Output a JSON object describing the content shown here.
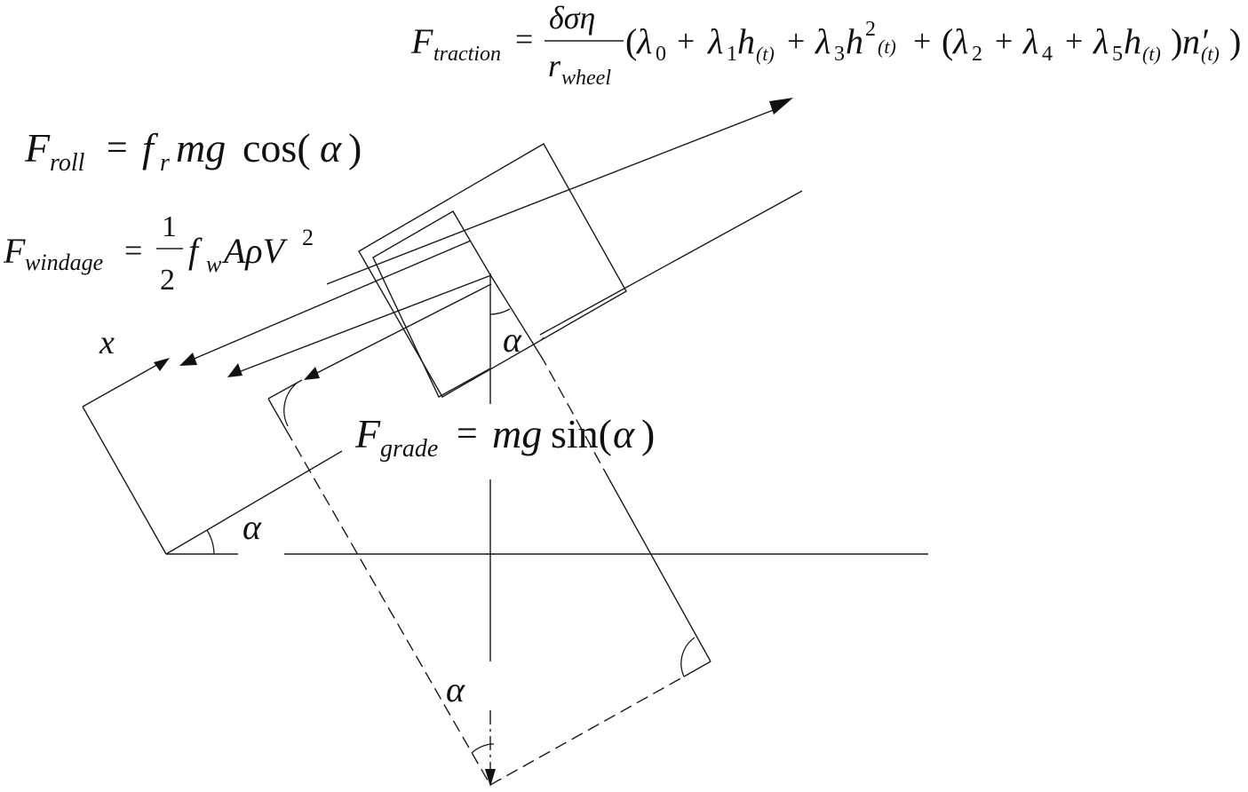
{
  "equations": {
    "traction": {
      "lhs_symbol": "F",
      "lhs_subscript": "traction",
      "equals": "=",
      "numerator": "δση",
      "denominator_symbol": "r",
      "denominator_subscript": "wheel",
      "body": {
        "open": "(",
        "l0": "λ",
        "l0_sub": "0",
        "plus1": "+",
        "l1": "λ",
        "l1_sub": "1",
        "h1": "h",
        "h1_sub": "(t)",
        "plus2": "+",
        "l3": "λ",
        "l3_sub": "3",
        "h3": "h",
        "h3_sup": "2",
        "h3_sub": "(t)",
        "plus3": "+",
        "open2": "(",
        "l2": "λ",
        "l2_sub": "2",
        "plus4": "+",
        "l4": "λ",
        "l4_sub": "4",
        "plus5": "+",
        "l5": "λ",
        "l5_sub": "5",
        "h5": "h",
        "h5_sub": "(t)",
        "close2": ")",
        "n": "n′",
        "n_sub": "(t)",
        "close": ")"
      }
    },
    "roll": {
      "lhs_symbol": "F",
      "lhs_subscript": "roll",
      "equals": "=",
      "f": "f",
      "f_sub": "r",
      "mg": "mg",
      "func": "cos(",
      "arg": "α",
      "close": ")"
    },
    "windage": {
      "lhs_symbol": "F",
      "lhs_subscript": "windage",
      "equals": "=",
      "numerator": "1",
      "denominator": "2",
      "f": "f",
      "f_sub": "w",
      "rest": "AρV",
      "sup": "2"
    },
    "grade": {
      "lhs_symbol": "F",
      "lhs_subscript": "grade",
      "equals": "=",
      "mg": "mg",
      "func": "sin(",
      "arg": "α",
      "close": ")"
    }
  },
  "labels": {
    "x_axis": "x",
    "angle_top": "α",
    "angle_slope": "α",
    "angle_bottom": "α"
  },
  "colors": {
    "ink": "#111111",
    "background": "#ffffff"
  }
}
